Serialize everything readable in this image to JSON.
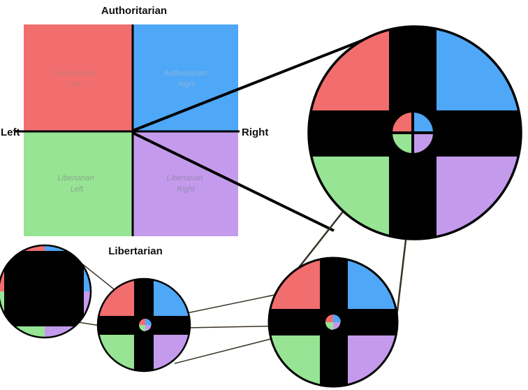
{
  "axes": {
    "top": "Authoritarian",
    "bottom": "Libertarian",
    "left": "Left",
    "right": "Right"
  },
  "quadrants": {
    "top_left": {
      "line1": "Authoritarian",
      "line2": "Left",
      "color": "#f26e6e",
      "text_color": "#c77a74"
    },
    "top_right": {
      "line1": "Authoritarian",
      "line2": "Right",
      "color": "#4ea7f7",
      "text_color": "#86b3dc"
    },
    "bottom_left": {
      "line1": "Libertarian",
      "line2": "Left",
      "color": "#96e494",
      "text_color": "#8aa889"
    },
    "bottom_right": {
      "line1": "Libertarian",
      "line2": "Right",
      "color": "#c49bec",
      "text_color": "#9a86b8"
    }
  },
  "colors": {
    "axis": "#000000",
    "zoom_line": "#000000",
    "thin_line": "#3a3226"
  }
}
